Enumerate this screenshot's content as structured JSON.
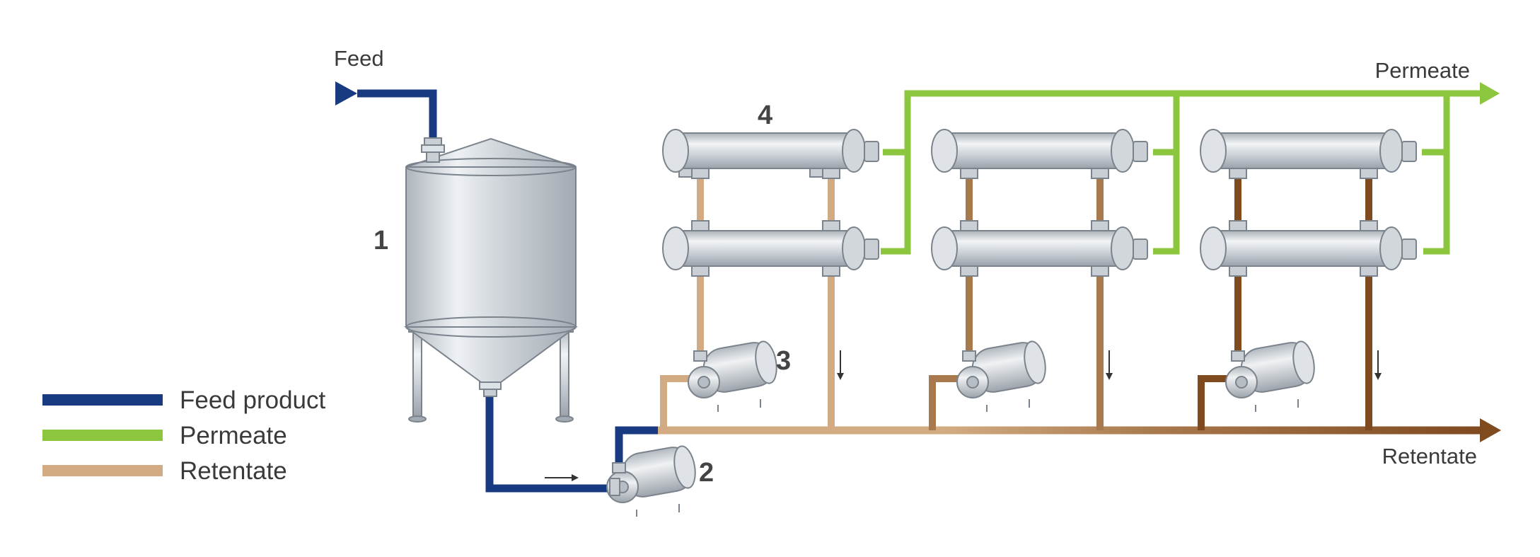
{
  "labels": {
    "feed": "Feed",
    "permeate_out": "Permeate",
    "retentate_out": "Retentate"
  },
  "numbers": {
    "tank": "1",
    "feed_pump": "2",
    "circulation_pump": "3",
    "membrane_modules": "4"
  },
  "legend": [
    {
      "label": "Feed product",
      "color": "#173a80"
    },
    {
      "label": "Permeate",
      "color": "#8cc63f"
    },
    {
      "label": "Retentate",
      "color": "#d2ab82"
    }
  ],
  "colors": {
    "feed": "#173a80",
    "permeate": "#8cc63f",
    "retentate_stage1": "#d2ab82",
    "retentate_stage2": "#a8794d",
    "retentate_stage3": "#7e4a1e",
    "equipment_steel": "#c9cfd5",
    "equipment_outline": "#6f7780"
  },
  "icons": [
    "tank-icon",
    "pump-icon",
    "membrane-module-icon",
    "flow-arrow-icon"
  ]
}
